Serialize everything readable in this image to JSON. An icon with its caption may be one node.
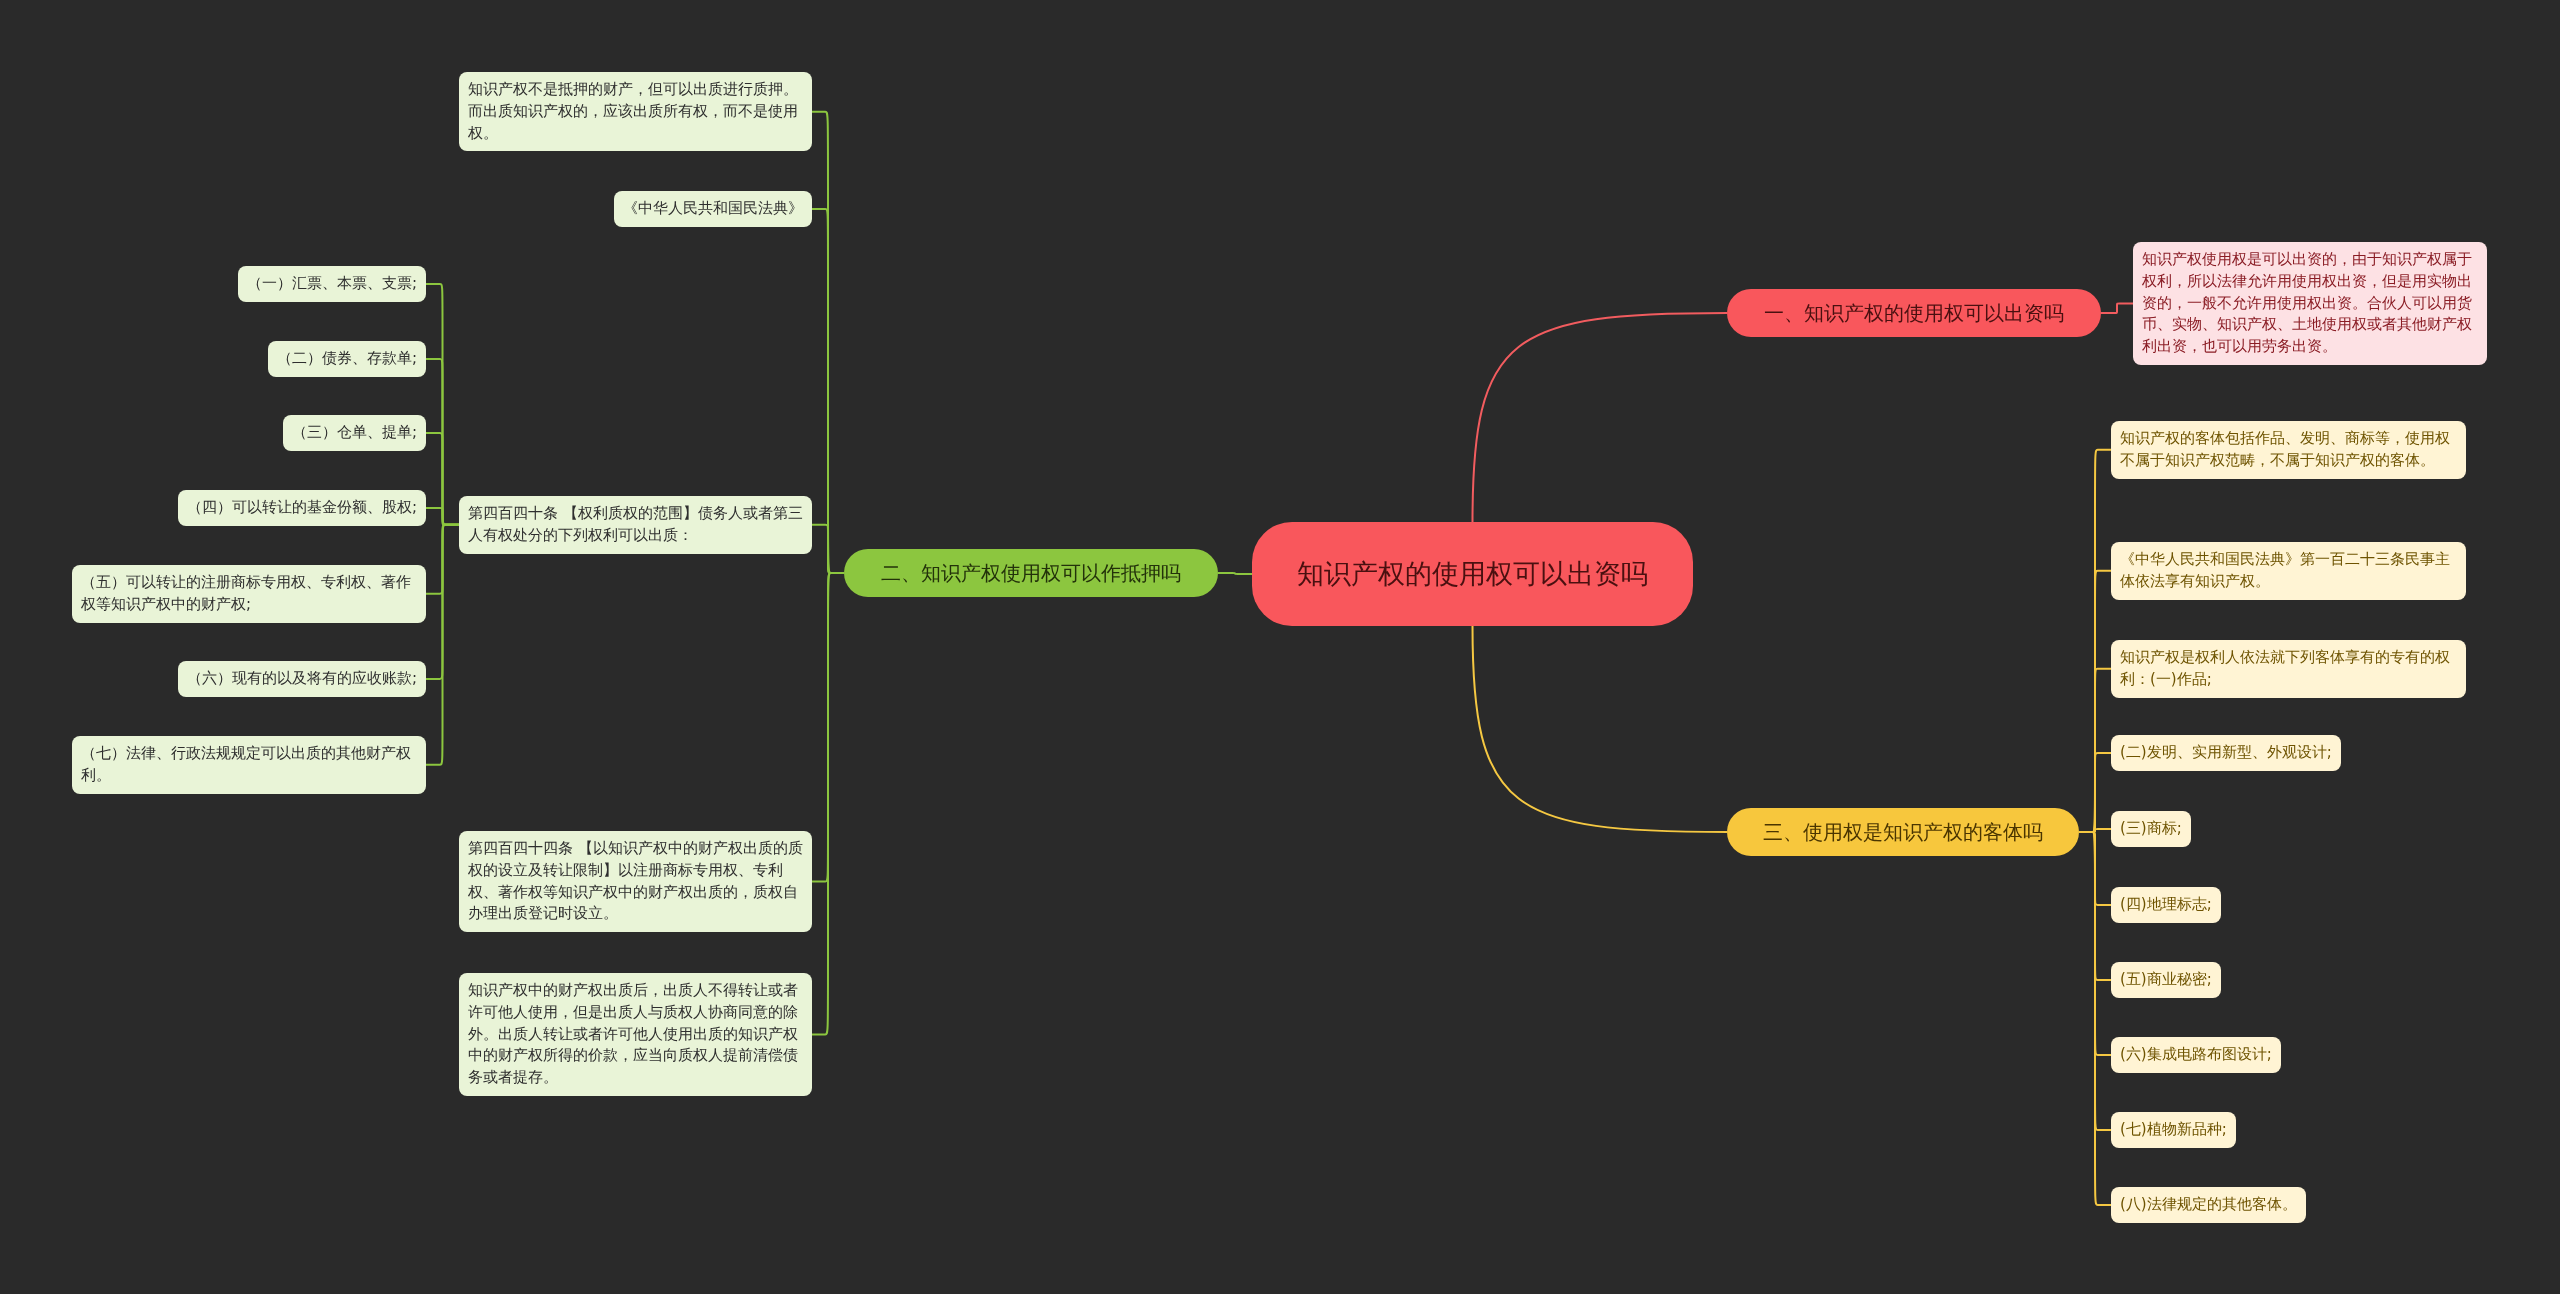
{
  "diagram": {
    "nodes": [
      {
        "text": [
          "知识产权的使用权可以出资吗"
        ]
      },
      {
        "text": [
          "一、知识产权的使用权可以出资吗"
        ]
      },
      {
        "text": [
          "知识产权使用权是可以出资的，由于知识产权属于权利，所以法律允许用使用权出资，但是用实物出资的，一般不允许用使用权出资。合伙人可以用货币、实物、知识产权、土地使用权或者其他财产权利出资，也可以用劳务出资。"
        ]
      },
      {
        "text": [
          "二、知识产权使用权可以作抵押吗"
        ]
      },
      {
        "text": [
          "知识产权不是抵押的财产，但可以出质进行质押。而出质知识产权的，应该出质所有权，而不是使用权。"
        ]
      },
      {
        "text": [
          "《中华人民共和国民法典》"
        ]
      },
      {
        "text": [
          "第四百四十条 【权利质权的范围】债务人或者第三人有权处分的下列权利可以出质："
        ]
      },
      {
        "text": [
          "（一）汇票、本票、支票;"
        ]
      },
      {
        "text": [
          "（二）债券、存款单;"
        ]
      },
      {
        "text": [
          "（三）仓单、提单;"
        ]
      },
      {
        "text": [
          "（四）可以转让的基金份额、股权;"
        ]
      },
      {
        "text": [
          "（五）可以转让的注册商标专用权、专利权、著作权等知识产权中的财产权;"
        ]
      },
      {
        "text": [
          "（六）现有的以及将有的应收账款;"
        ]
      },
      {
        "text": [
          "（七）法律、行政法规规定可以出质的其他财产权利。"
        ]
      },
      {
        "text": [
          "第四百四十四条 【以知识产权中的财产权出质的质权的设立及转让限制】以注册商标专用权、专利权、著作权等知识产权中的财产权出质的，质权自办理出质登记时设立。"
        ]
      },
      {
        "text": [
          "知识产权中的财产权出质后，出质人不得转让或者许可他人使用，但是出质人与质权人协商同意的除外。出质人转让或者许可他人使用出质的知识产权中的财产权所得的价款，应当向质权人提前清偿债务或者提存。"
        ]
      },
      {
        "text": [
          "三、使用权是知识产权的客体吗"
        ]
      },
      {
        "text": [
          "知识产权的客体包括作品、发明、商标等，使用权不属于知识产权范畴，不属于知识产权的客体。"
        ]
      },
      {
        "text": [
          "《中华人民共和国民法典》第一百二十三条民事主体依法享有知识产权。"
        ]
      },
      {
        "text": [
          "知识产权是权利人依法就下列客体享有的专有的权利：(一)作品;"
        ]
      },
      {
        "text": [
          "(二)发明、实用新型、外观设计;"
        ]
      },
      {
        "text": [
          "(三)商标;"
        ]
      },
      {
        "text": [
          "(四)地理标志;"
        ]
      },
      {
        "text": [
          "(五)商业秘密;"
        ]
      },
      {
        "text": [
          "(六)集成电路布图设计;"
        ]
      },
      {
        "text": [
          "(七)植物新品种;"
        ]
      },
      {
        "text": [
          "(八)法律规定的其他客体。"
        ]
      }
    ],
    "edges": [
      {
        "from": 0,
        "to": 1,
        "arrow": "none",
        "color": "#f25c5f"
      },
      {
        "from": 1,
        "to": 2,
        "arrow": "none",
        "color": "#f25c5f"
      },
      {
        "from": 0,
        "to": 3,
        "arrow": "none"
      },
      {
        "from": 3,
        "to": 4,
        "arrow": "none"
      },
      {
        "from": 3,
        "to": 5,
        "arrow": "none"
      },
      {
        "from": 3,
        "to": 6,
        "arrow": "none"
      },
      {
        "from": 6,
        "to": 7,
        "arrow": "none"
      },
      {
        "from": 6,
        "to": 8,
        "arrow": "none"
      },
      {
        "from": 6,
        "to": 9,
        "arrow": "none"
      },
      {
        "from": 6,
        "to": 10,
        "arrow": "none"
      },
      {
        "from": 6,
        "to": 11,
        "arrow": "none"
      },
      {
        "from": 6,
        "to": 12,
        "arrow": "none"
      },
      {
        "from": 6,
        "to": 13,
        "arrow": "none"
      },
      {
        "from": 3,
        "to": 14,
        "arrow": "none"
      },
      {
        "from": 3,
        "to": 15,
        "arrow": "none"
      },
      {
        "from": 0,
        "to": 16,
        "arrow": "none",
        "color": "#f5c842"
      },
      {
        "from": 16,
        "to": 17,
        "arrow": "none",
        "color": "#f5c842"
      },
      {
        "from": 16,
        "to": 18,
        "arrow": "none",
        "color": "#f5c842"
      },
      {
        "from": 16,
        "to": 19,
        "arrow": "none",
        "color": "#f5c842"
      },
      {
        "from": 16,
        "to": 20,
        "arrow": "none",
        "color": "#f5c842"
      },
      {
        "from": 16,
        "to": 21,
        "arrow": "none",
        "color": "#f5c842"
      },
      {
        "from": 16,
        "to": 22,
        "arrow": "none",
        "color": "#f5c842"
      },
      {
        "from": 16,
        "to": 23,
        "arrow": "none",
        "color": "#f5c842"
      },
      {
        "from": 16,
        "to": 24,
        "arrow": "none",
        "color": "#f5c842"
      },
      {
        "from": 16,
        "to": 25,
        "arrow": "none",
        "color": "#f5c842"
      },
      {
        "from": 16,
        "to": 26,
        "arrow": "none",
        "color": "#f5c842"
      }
    ]
  }
}
